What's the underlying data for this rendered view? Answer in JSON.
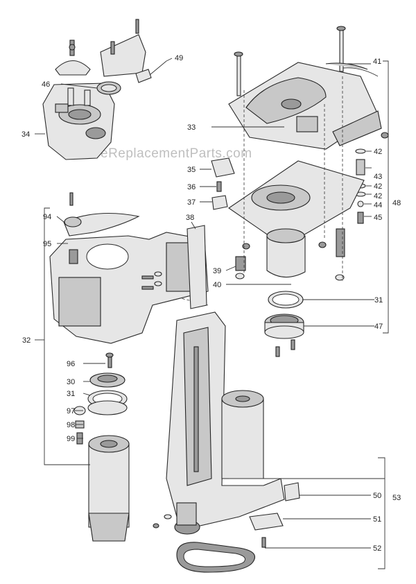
{
  "watermark": "eReplacementParts.com",
  "callouts": {
    "c49": "49",
    "c46": "46",
    "c34": "34",
    "c41": "41",
    "c33": "33",
    "c42a": "42",
    "c43": "43",
    "c42b": "42",
    "c42c": "42",
    "c44": "44",
    "c48": "48",
    "c45": "45",
    "c35": "35",
    "c36": "36",
    "c37": "37",
    "c94": "94",
    "c95": "95",
    "c38": "38",
    "c39": "39",
    "c40": "40",
    "c31a": "31",
    "c47": "47",
    "c32": "32",
    "c96": "96",
    "c30": "30",
    "c31b": "31",
    "c97": "97",
    "c98": "98",
    "c99": "99",
    "c50": "50",
    "c53": "53",
    "c51": "51",
    "c52": "52"
  }
}
